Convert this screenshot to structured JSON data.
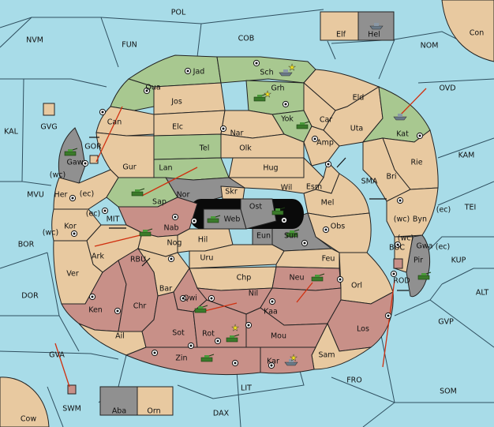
{
  "map": {
    "colors": {
      "sea": "#a8dce8",
      "neutral_land": "#e8c9a0",
      "green_power": "#a8c890",
      "red_power": "#c89088",
      "gray_power": "#909090",
      "center_block": "#0a0a0a",
      "arrow": "#d03010"
    },
    "water": [
      {
        "id": "pol",
        "label": "POL"
      },
      {
        "id": "cob",
        "label": "COB"
      },
      {
        "id": "fun",
        "label": "FUN"
      },
      {
        "id": "nvm",
        "label": "NVM"
      },
      {
        "id": "nom",
        "label": "NOM"
      },
      {
        "id": "ovd",
        "label": "OVD"
      },
      {
        "id": "kal",
        "label": "KAL"
      },
      {
        "id": "kam",
        "label": "KAM"
      },
      {
        "id": "sma",
        "label": "SMA"
      },
      {
        "id": "tei",
        "label": "TEI"
      },
      {
        "id": "mvu",
        "label": "MVU"
      },
      {
        "id": "mit",
        "label": "MIT"
      },
      {
        "id": "bor",
        "label": "BOR"
      },
      {
        "id": "rbu",
        "label": "RBU"
      },
      {
        "id": "kup",
        "label": "KUP"
      },
      {
        "id": "buc",
        "label": "BUC"
      },
      {
        "id": "rod",
        "label": "ROD"
      },
      {
        "id": "alt",
        "label": "ALT"
      },
      {
        "id": "dor",
        "label": "DOR"
      },
      {
        "id": "gvp",
        "label": "GVP"
      },
      {
        "id": "gva",
        "label": "GVA"
      },
      {
        "id": "fro",
        "label": "FRO"
      },
      {
        "id": "som",
        "label": "SOM"
      },
      {
        "id": "lit",
        "label": "LIT"
      },
      {
        "id": "dax",
        "label": "DAX"
      }
    ],
    "territories": [
      {
        "id": "con",
        "label": "Con"
      },
      {
        "id": "elf",
        "label": "Elf"
      },
      {
        "id": "hel",
        "label": "Hel"
      },
      {
        "id": "jad",
        "label": "Jad"
      },
      {
        "id": "sch",
        "label": "Sch"
      },
      {
        "id": "qua",
        "label": "Qua"
      },
      {
        "id": "grh",
        "label": "Grh"
      },
      {
        "id": "eld",
        "label": "Eld"
      },
      {
        "id": "jos",
        "label": "Jos"
      },
      {
        "id": "can",
        "label": "Can"
      },
      {
        "id": "yok",
        "label": "Yok"
      },
      {
        "id": "car",
        "label": "Car"
      },
      {
        "id": "uta",
        "label": "Uta"
      },
      {
        "id": "kat",
        "label": "Kat"
      },
      {
        "id": "gvg",
        "label": "GVG"
      },
      {
        "id": "elc",
        "label": "Elc"
      },
      {
        "id": "nar",
        "label": "Nar"
      },
      {
        "id": "amp",
        "label": "Amp"
      },
      {
        "id": "gor",
        "label": "GOR"
      },
      {
        "id": "tel",
        "label": "Tel"
      },
      {
        "id": "olk",
        "label": "Olk"
      },
      {
        "id": "gaw",
        "label": "Gaw"
      },
      {
        "id": "gur",
        "label": "Gur"
      },
      {
        "id": "lan",
        "label": "Lan"
      },
      {
        "id": "hug",
        "label": "Hug"
      },
      {
        "id": "rie",
        "label": "Rie"
      },
      {
        "id": "bri",
        "label": "Bri"
      },
      {
        "id": "wil",
        "label": "Wil"
      },
      {
        "id": "esm",
        "label": "Esm"
      },
      {
        "id": "her",
        "label": "Her"
      },
      {
        "id": "nor",
        "label": "Nor"
      },
      {
        "id": "skr",
        "label": "Skr"
      },
      {
        "id": "sap",
        "label": "Sap"
      },
      {
        "id": "ost",
        "label": "Ost"
      },
      {
        "id": "mel",
        "label": "Mel"
      },
      {
        "id": "web",
        "label": "Web"
      },
      {
        "id": "byn",
        "label": "Byn"
      },
      {
        "id": "kor",
        "label": "Kor"
      },
      {
        "id": "nab",
        "label": "Nab"
      },
      {
        "id": "obs",
        "label": "Obs"
      },
      {
        "id": "hil",
        "label": "Hil"
      },
      {
        "id": "eun",
        "label": "Eun"
      },
      {
        "id": "sun",
        "label": "Sun"
      },
      {
        "id": "gwa",
        "label": "Gwa"
      },
      {
        "id": "ark",
        "label": "Ark"
      },
      {
        "id": "nog",
        "label": "Nog"
      },
      {
        "id": "pir",
        "label": "Pir"
      },
      {
        "id": "uru",
        "label": "Uru"
      },
      {
        "id": "feu",
        "label": "Feu"
      },
      {
        "id": "chp",
        "label": "Chp"
      },
      {
        "id": "neu",
        "label": "Neu"
      },
      {
        "id": "ver",
        "label": "Ver"
      },
      {
        "id": "bar",
        "label": "Bar"
      },
      {
        "id": "orl",
        "label": "Orl"
      },
      {
        "id": "qwi",
        "label": "Qwi"
      },
      {
        "id": "nil",
        "label": "Nil"
      },
      {
        "id": "chr",
        "label": "Chr"
      },
      {
        "id": "ken",
        "label": "Ken"
      },
      {
        "id": "kaa",
        "label": "Kaa"
      },
      {
        "id": "los",
        "label": "Los"
      },
      {
        "id": "ail",
        "label": "Ail"
      },
      {
        "id": "sot",
        "label": "Sot"
      },
      {
        "id": "rot",
        "label": "Rot"
      },
      {
        "id": "mou",
        "label": "Mou"
      },
      {
        "id": "sam",
        "label": "Sam"
      },
      {
        "id": "zin",
        "label": "Zin"
      },
      {
        "id": "kar",
        "label": "Kar"
      },
      {
        "id": "swm",
        "label": "SWM"
      },
      {
        "id": "aba",
        "label": "Aba"
      },
      {
        "id": "orn",
        "label": "Orn"
      },
      {
        "id": "cow",
        "label": "Cow"
      }
    ],
    "coast_tags": [
      {
        "id": "her-wc",
        "label": "(wc)"
      },
      {
        "id": "her-ec",
        "label": "(ec)"
      },
      {
        "id": "kor-ec",
        "label": "(ec)"
      },
      {
        "id": "kor-wc",
        "label": "(wc)"
      },
      {
        "id": "byn-wc",
        "label": "(wc)"
      },
      {
        "id": "byn-ec",
        "label": "(ec)"
      },
      {
        "id": "gwa-wc",
        "label": "(wc)"
      },
      {
        "id": "gwa-ec",
        "label": "(ec)"
      }
    ]
  }
}
